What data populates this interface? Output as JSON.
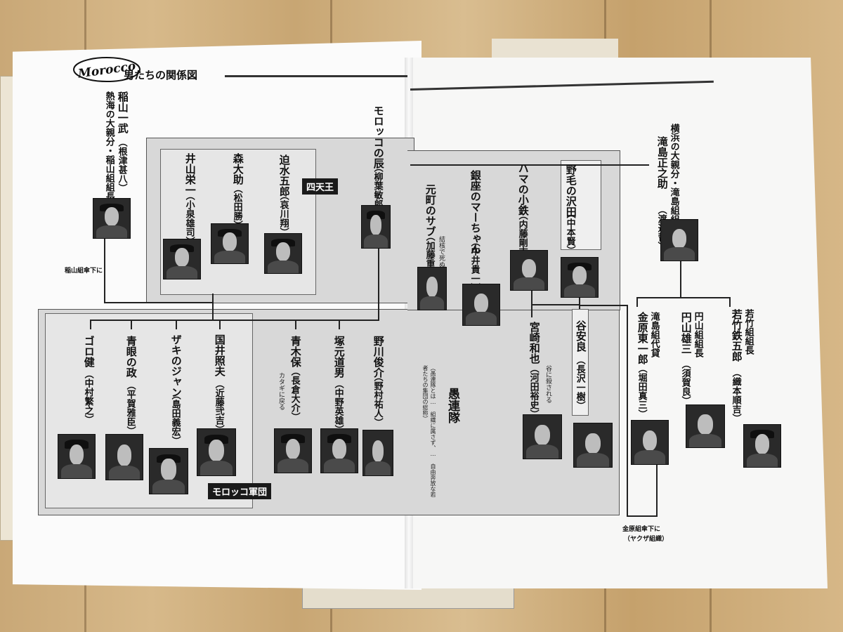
{
  "logo_text": "Morocco",
  "title": "男たちの関係図",
  "fukuyama": {
    "name": "稲山一武",
    "role": "熱海の大親分・稲山組組長",
    "actor": "（根津甚八）"
  },
  "fukuyama_note": "稲山組傘下に",
  "boss": {
    "name": "モロッコの辰",
    "actor": "（柳葉敏郎）"
  },
  "shitenno_tag": "四天王",
  "shitenno": [
    {
      "name": "井山栄一",
      "actor": "（小泉雄司）"
    },
    {
      "name": "森大助",
      "actor": "（松田勝）"
    },
    {
      "name": "迫水五郎",
      "actor": "（哀川翔）"
    }
  ],
  "gundan_tag": "モロッコ軍団",
  "gundan": [
    {
      "name": "ゴロ健",
      "actor": "（中村繁之）"
    },
    {
      "name": "青眼の政",
      "actor": "（平賀雅臣）"
    },
    {
      "name": "ザキのジャン",
      "actor": "（島田義宏）"
    },
    {
      "name": "国井照夫",
      "actor": "（近藤弐吉）"
    }
  ],
  "others": [
    {
      "name": "青木保",
      "actor": "（長倉大介）",
      "note": "カタギに戻る"
    },
    {
      "name": "塚元道男",
      "actor": "（中野英雄）"
    },
    {
      "name": "野川俊介",
      "actor": "（野村祐人）"
    }
  ],
  "gurentai": "愚連隊",
  "right_members": [
    {
      "name": "元町のサブ",
      "actor": "（加藤重樹）",
      "note": "結核で死ぬ"
    },
    {
      "name": "銀座のマーちゃん",
      "actor": "（中井貴一）"
    },
    {
      "name": "ハマの小鉄",
      "actor": "（内藤剛志）"
    },
    {
      "name": "野毛の沢田",
      "actor": "（中本賢）"
    }
  ],
  "miyazaki": {
    "name": "宮崎和也",
    "actor": "（河田裕史）",
    "note": "谷に殺される"
  },
  "tani": {
    "name": "谷安良",
    "actor": "（長沢一樹）"
  },
  "yokohama_boss": {
    "role": "横浜の大親分・滝島組組長",
    "name": "滝島正之助",
    "actor": "（渡辺哲）"
  },
  "takishima_members": [
    {
      "role": "滝島組代貸",
      "name": "金原東一郎",
      "actor": "（堀田真三）"
    },
    {
      "role": "円山組組長",
      "name": "円山雄三",
      "actor": "（須賀良）"
    },
    {
      "role": "若竹組組長",
      "name": "若竹鉄五郎",
      "actor": "（織本順吉）"
    }
  ],
  "kanehara_note_1": "金原組傘下に",
  "kanehara_note_2": "（ヤクザ組織）",
  "fine_print": "（愚連隊とは… 組織に属さず、… 自由奔放な若者たちの集団の総称）"
}
